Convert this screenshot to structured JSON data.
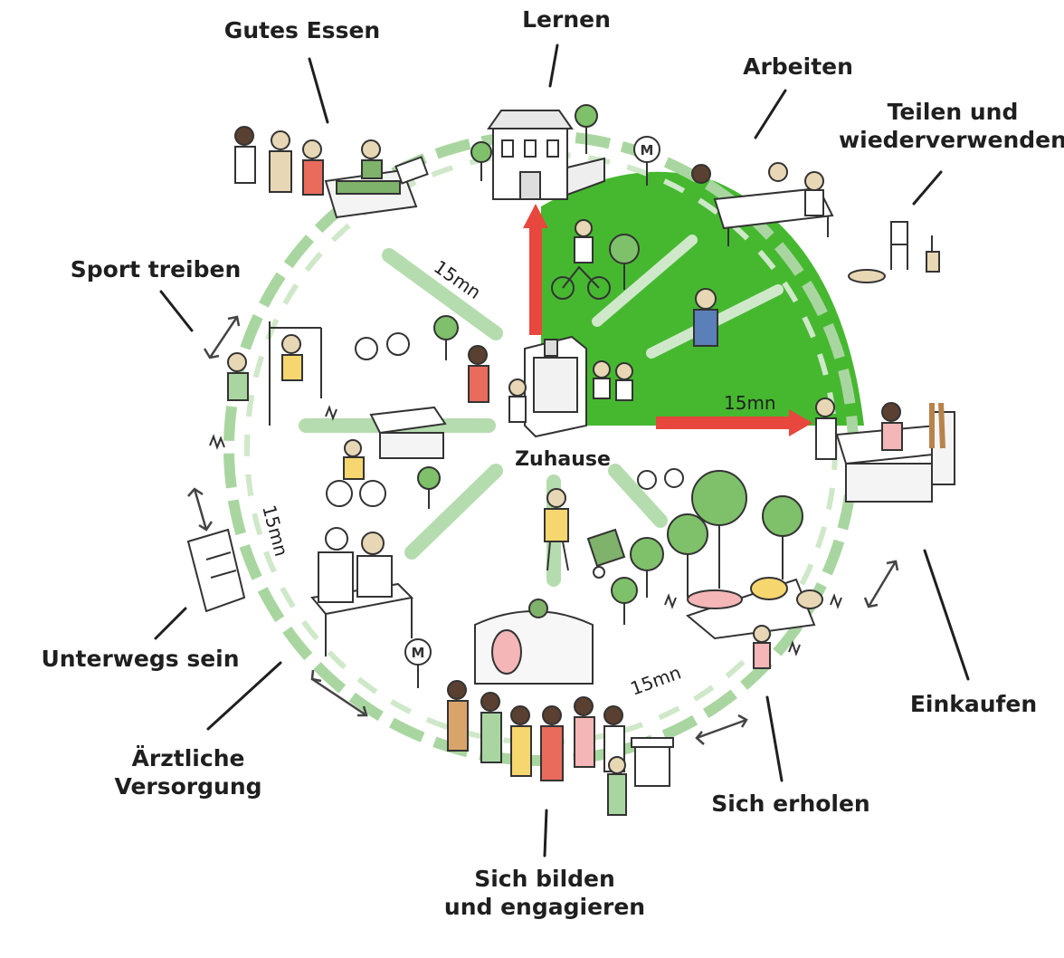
{
  "center": {
    "label": "Zuhause"
  },
  "distance_label": "15mn",
  "colors": {
    "park_green": "#46b830",
    "path_green": "#b5dcae",
    "arrow_red": "#e8473d",
    "ink": "#1f1f1f"
  },
  "labels": {
    "lernen": "Lernen",
    "gutes_essen": "Gutes Essen",
    "arbeiten": "Arbeiten",
    "teilen_1": "Teilen und",
    "teilen_2": "wiederverwenden",
    "sport": "Sport treiben",
    "unterwegs": "Unterwegs sein",
    "aerztlich_1": "Ärztliche",
    "aerztlich_2": "Versorgung",
    "einkaufen": "Einkaufen",
    "erholen": "Sich erholen",
    "bilden_1": "Sich bilden",
    "bilden_2": "und engagieren"
  },
  "icons": {
    "metro": "metro-sign-icon",
    "home": "home-building-icon",
    "school": "school-building-icon",
    "market": "market-stall-icon",
    "shop": "shop-counter-icon",
    "bench": "bench-icon",
    "tree": "tree-icon",
    "bike": "bicycle-icon"
  },
  "metro_letter": "M"
}
